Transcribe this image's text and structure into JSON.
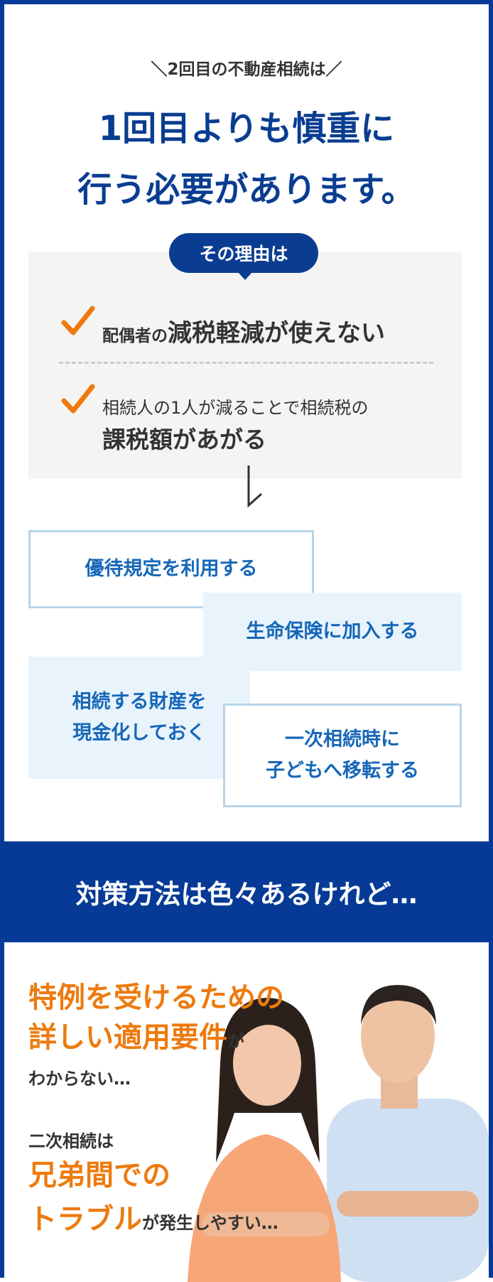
{
  "intro": {
    "kicker": "＼2回目の不動産相続は／",
    "headline_line1": "1回目よりも慎重に",
    "headline_line2": "行う必要があります。"
  },
  "reasons": {
    "badge": "その理由は",
    "item1_prefix": "配偶者の",
    "item1_emphasis": "減税軽減が使えない",
    "item2_line1": "相続人の1人が減ることで相続税の",
    "item2_line2": "課税額があがる"
  },
  "measures": {
    "card1": "優待規定を利用する",
    "card2": "生命保険に加入する",
    "card3_line1": "相続する財産を",
    "card3_line2": "現金化しておく",
    "card4_line1": "一次相続時に",
    "card4_line2": "子どもへ移転する"
  },
  "band": {
    "text": "対策方法は色々あるけれど…"
  },
  "concerns": {
    "line1": "特例を受けるための",
    "line2": "詳しい適用要件",
    "line2_suffix": "が",
    "line3": "わからない…",
    "line4": "二次相続は",
    "line5": "兄弟間での",
    "line6": "トラブル",
    "line6_suffix": "が発生しやすい…"
  },
  "colors": {
    "navy": "#0a3d91",
    "orange": "#ee7a0e",
    "card_blue": "#1667b8",
    "light_blue_fill": "#e8f3fc",
    "gray_box": "#f4f4f2"
  },
  "icons": [
    "check-icon",
    "down-arrow-icon"
  ]
}
